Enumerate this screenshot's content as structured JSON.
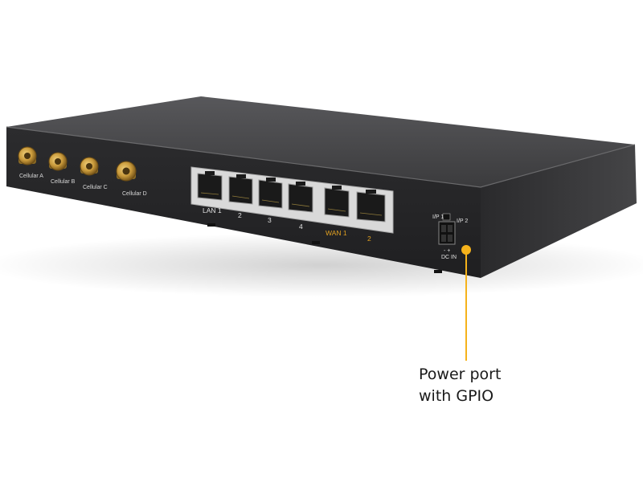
{
  "device": {
    "antenna_labels": [
      "Cellular A",
      "Cellular B",
      "Cellular C",
      "Cellular D"
    ],
    "port_labels": [
      "LAN 1",
      "2",
      "3",
      "4",
      "WAN 1",
      "2"
    ],
    "power_labels": {
      "ip1": "I/P 1",
      "ip2": "I/P 2",
      "dcin": "DC IN",
      "polarity": "- +"
    }
  },
  "callout": {
    "line1": "Power port",
    "line2": "with GPIO",
    "accent_color": "#f5b21b"
  },
  "colors": {
    "chassis_top": "#4a4a4c",
    "chassis_front": "#2f2f31",
    "chassis_side": "#3a3a3c",
    "antenna_gold": "#c99a3b",
    "wan_label": "#e0a020"
  }
}
